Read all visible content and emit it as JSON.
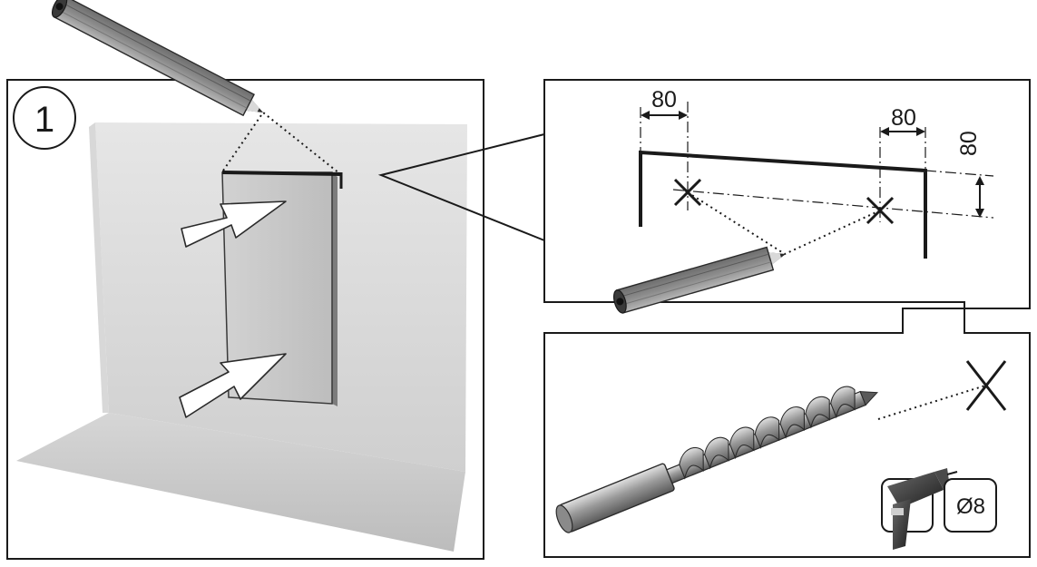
{
  "step": {
    "number": "1"
  },
  "dimensions": {
    "left_offset": "80",
    "right_offset": "80",
    "vertical_offset": "80"
  },
  "drill_bit": {
    "diameter_label": "Ø8"
  },
  "icons": {
    "pencil": "pencil-icon",
    "drill": "drill-icon",
    "drill_bit": "drill-bit-icon",
    "mark": "x-mark-icon",
    "arrow": "arrow-icon"
  },
  "colors": {
    "line": "#1a1a1a",
    "wall_light": "#e9e9e9",
    "wall_dark": "#c4c4c4",
    "panel": "#c8c8c8",
    "pencil_body": "#9a9a9a"
  }
}
